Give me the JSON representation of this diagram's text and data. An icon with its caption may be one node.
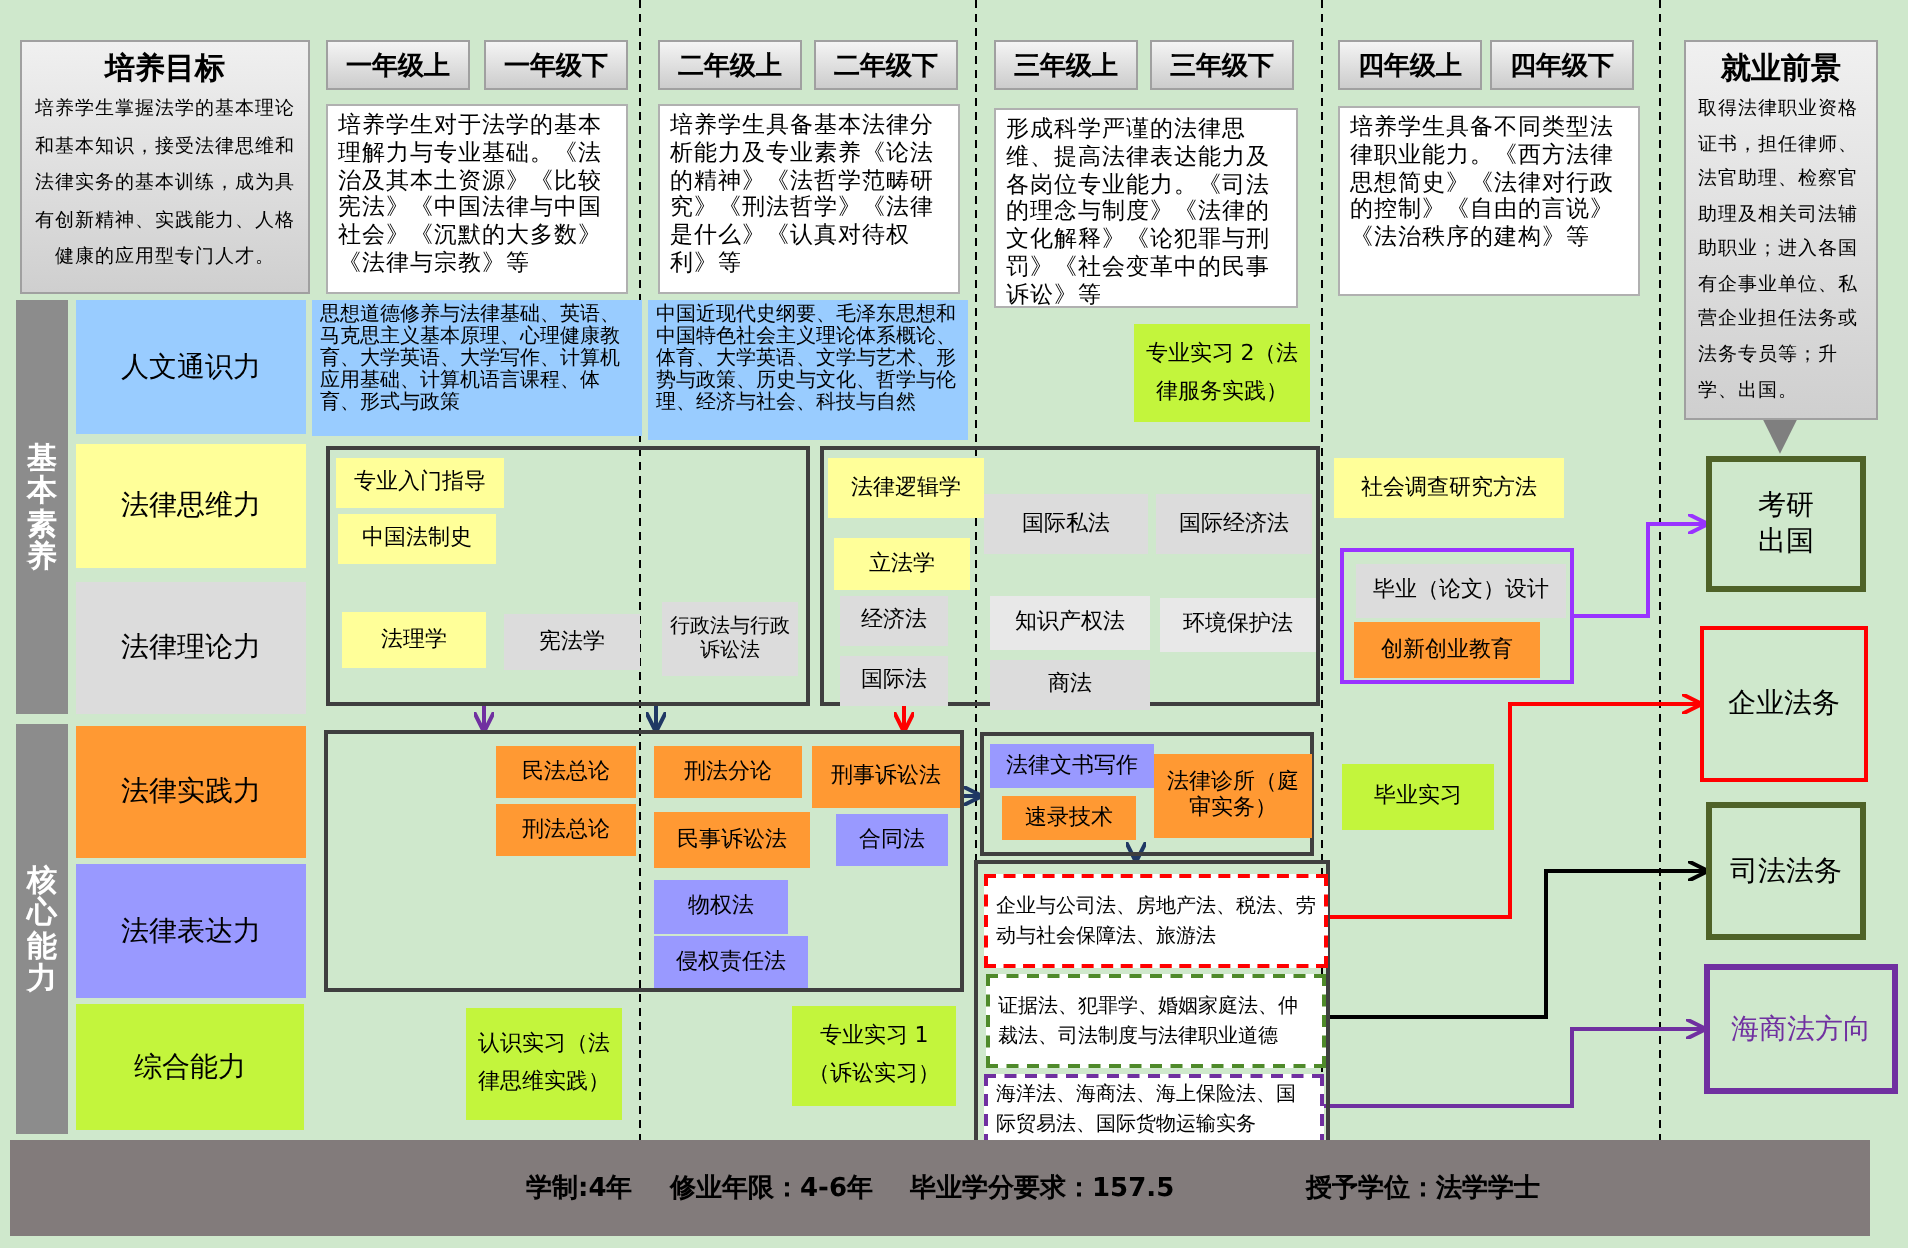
{
  "diagram": {
    "nodes": [
      {
        "text": [
          "培养目标",
          "培养学生掌握法学的基本理论和基本知识，接受法律思维和法律实务的基本训练，成为具有创新精神、实践能力、人格健康的应用型专门人才。"
        ]
      },
      {
        "text": [
          "一年级上"
        ]
      },
      {
        "text": [
          "一年级下"
        ]
      },
      {
        "text": [
          "二年级上"
        ]
      },
      {
        "text": [
          "二年级下"
        ]
      },
      {
        "text": [
          "三年级上"
        ]
      },
      {
        "text": [
          "三年级下"
        ]
      },
      {
        "text": [
          "四年级上"
        ]
      },
      {
        "text": [
          "四年级下"
        ]
      },
      {
        "text": [
          "就业前景",
          "取得法律职业资格证书，担任律师、法官助理、检察官助理及相关司法辅助职业；进入各国有企事业单位、私营企业担任法务或法务专员等；升学、出国。"
        ]
      },
      {
        "text": [
          "培养学生对于法学的基本理解力与专业基础。《法治及其本土资源》《比较宪法》《中国法律与中国社会》《沉默的大多数》《法律与宗教》等"
        ]
      },
      {
        "text": [
          "培养学生具备基本法律分析能力及专业素养《论法的精神》《法哲学范畴研究》《刑法哲学》《法律是什么》《认真对待权利》等"
        ]
      },
      {
        "text": [
          "形成科学严谨的法律思维、提高法律表达能力及各岗位专业能力。《司法的理念与制度》《法律的文化解释》《论犯罪与刑罚》《社会变革中的民事诉讼》等"
        ]
      },
      {
        "text": [
          "培养学生具备不同类型法律职业能力。《西方法律思想简史》《法律对行政的控制》《自由的言说》《法治秩序的建构》等"
        ]
      },
      {
        "text": [
          "基本素养"
        ]
      },
      {
        "text": [
          "人文通识力"
        ]
      },
      {
        "text": [
          "法律思维力"
        ]
      },
      {
        "text": [
          "法律理论力"
        ]
      },
      {
        "text": [
          "核心能力"
        ]
      },
      {
        "text": [
          "法律实践力"
        ]
      },
      {
        "text": [
          "法律表达力"
        ]
      },
      {
        "text": [
          "综合能力"
        ]
      },
      {
        "text": [
          "思想道德修养与法律基础、英语、马克思主义基本原理、心理健康教育、大学英语、大学写作、计算机应用基础、计算机语言课程、体育、形式与政策"
        ]
      },
      {
        "text": [
          "中国近现代史纲要、毛泽东思想和中国特色社会主义理论体系概论、体育、大学英语、文学与艺术、形势与政策、历史与文化、哲学与伦理、经济与社会、科技与自然"
        ]
      },
      {
        "text": [],
        "shape": "box"
      },
      {
        "text": [
          "专业入门指导"
        ],
        "in": 24
      },
      {
        "text": [
          "中国法制史"
        ],
        "in": 24
      },
      {
        "text": [
          "法理学"
        ],
        "in": 24
      },
      {
        "text": [
          "宪法学"
        ],
        "in": 24
      },
      {
        "text": [
          "行政法与行政诉讼法"
        ],
        "in": 24
      },
      {
        "text": [],
        "shape": "box"
      },
      {
        "text": [
          "法律逻辑学"
        ],
        "in": 30
      },
      {
        "text": [
          "立法学"
        ],
        "in": 30
      },
      {
        "text": [
          "经济法"
        ],
        "in": 30
      },
      {
        "text": [
          "国际法"
        ],
        "in": 30
      },
      {
        "text": [
          "国际私法"
        ],
        "in": 30
      },
      {
        "text": [
          "国际经济法"
        ],
        "in": 30
      },
      {
        "text": [
          "知识产权法"
        ],
        "in": 30
      },
      {
        "text": [
          "环境保护法"
        ],
        "in": 30
      },
      {
        "text": [
          "商法"
        ],
        "in": 30
      },
      {
        "text": [
          "专业实习 2（法律服务实践）"
        ]
      },
      {
        "text": [
          "社会调查研究方法"
        ]
      },
      {
        "text": [],
        "shape": "box"
      },
      {
        "text": [
          "毕业（论文）设计"
        ],
        "in": 42
      },
      {
        "text": [
          "创新创业教育"
        ],
        "in": 42
      },
      {
        "text": [
          "考研出国"
        ]
      },
      {
        "text": [
          "企业法务"
        ]
      },
      {
        "text": [
          "司法法务"
        ]
      },
      {
        "text": [
          "海商法方向"
        ]
      },
      {
        "text": [],
        "shape": "box"
      },
      {
        "text": [
          "民法总论"
        ],
        "in": 49
      },
      {
        "text": [
          "刑法总论"
        ],
        "in": 49
      },
      {
        "text": [
          "刑法分论"
        ],
        "in": 49
      },
      {
        "text": [
          "民事诉讼法"
        ],
        "in": 49
      },
      {
        "text": [
          "刑事诉讼法"
        ],
        "in": 49
      },
      {
        "text": [
          "合同法"
        ],
        "in": 49
      },
      {
        "text": [
          "物权法"
        ],
        "in": 49
      },
      {
        "text": [
          "侵权责任法"
        ],
        "in": 49
      },
      {
        "text": [],
        "shape": "box"
      },
      {
        "text": [
          "法律文书写作"
        ],
        "in": 58
      },
      {
        "text": [
          "速录技术"
        ],
        "in": 58
      },
      {
        "text": [
          "法律诊所（庭审实务）"
        ],
        "in": 58
      },
      {
        "text": [
          "毕业实习"
        ]
      },
      {
        "text": [],
        "shape": "box"
      },
      {
        "text": [
          "企业与公司法、房地产法、税法、劳动与社会保障法、旅游法"
        ],
        "in": 63
      },
      {
        "text": [
          "证据法、犯罪学、婚姻家庭法、仲裁法、司法制度与法律职业道德"
        ],
        "in": 63
      },
      {
        "text": [
          "海洋法、海商法、海上保险法、国际贸易法、国际货物运输实务"
        ],
        "in": 63
      },
      {
        "text": [
          "认识实习（法律思维实践）"
        ]
      },
      {
        "text": [
          "专业实习 1（诉讼实习）"
        ]
      },
      {
        "text": [
          "学制:4年",
          "修业年限：4-6年",
          "毕业学分要求：157.5",
          "授予学位：法学学士"
        ]
      }
    ],
    "edges": [
      {
        "from": 9,
        "to": 45,
        "arrow": "to",
        "style": "thick",
        "color": "#7f7f7f"
      },
      {
        "from": 24,
        "to": 49,
        "arrow": "to",
        "color": "#7030a0"
      },
      {
        "from": 24,
        "to": 49,
        "arrow": "to"
      },
      {
        "from": 30,
        "to": 49,
        "arrow": "to",
        "color": "#ff0000"
      },
      {
        "from": 49,
        "to": 58,
        "arrow": "to"
      },
      {
        "from": 58,
        "to": 63,
        "arrow": "to"
      },
      {
        "from": 42,
        "to": 45,
        "arrow": "to",
        "color": "#9933ff"
      },
      {
        "from": 64,
        "to": 46,
        "arrow": "to",
        "color": "#ff0000"
      },
      {
        "from": 65,
        "to": 47,
        "arrow": "to",
        "color": "#000000"
      },
      {
        "from": 66,
        "to": 48,
        "arrow": "to",
        "color": "#7030a0"
      }
    ]
  }
}
